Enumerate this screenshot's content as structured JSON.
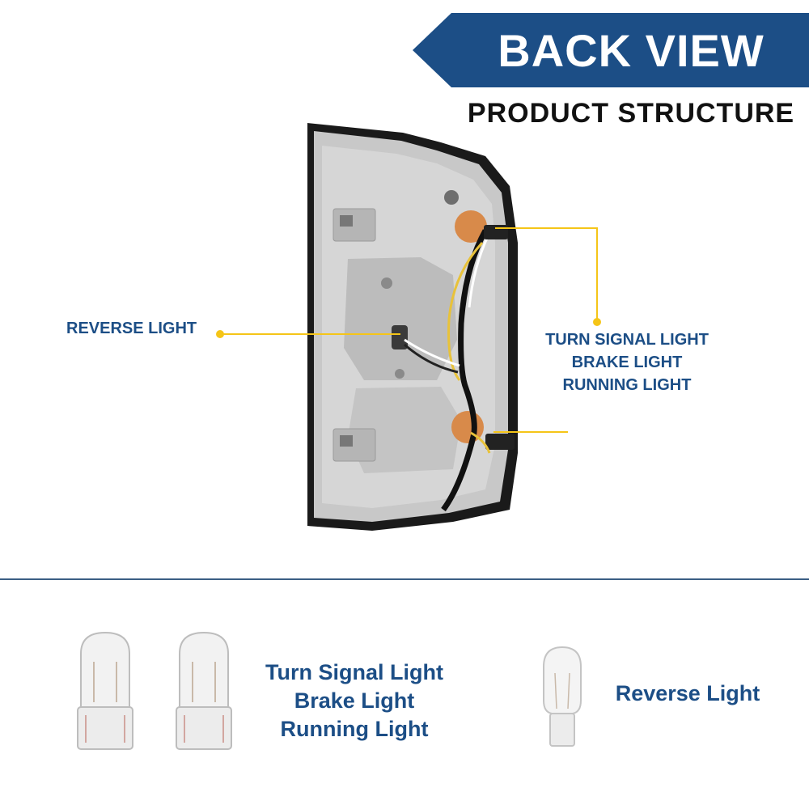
{
  "header": {
    "title": "BACK VIEW",
    "subtitle": "PRODUCT STRUCTURE"
  },
  "callouts": {
    "reverse": "REVERSE LIGHT",
    "right_lines": [
      "TURN SIGNAL LIGHT",
      "BRAKE LIGHT",
      "RUNNING LIGHT"
    ]
  },
  "bulbs": {
    "left_label_lines": [
      "Turn Signal Light",
      "Brake Light",
      "Running Light"
    ],
    "right_label": "Reverse Light"
  },
  "colors": {
    "brand_blue": "#1c4e86",
    "callout_yellow": "#f5c518",
    "divider": "#3b5e84"
  }
}
